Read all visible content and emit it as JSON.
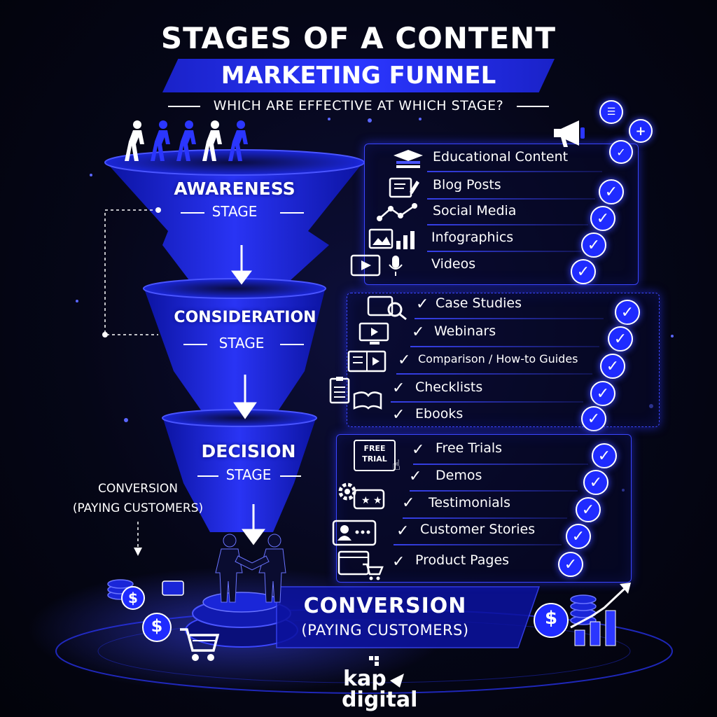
{
  "title": {
    "line1": "STAGES OF A CONTENT",
    "line2": "MARKETING FUNNEL",
    "subtitle": "WHICH ARE EFFECTIVE AT WHICH STAGE?"
  },
  "colors": {
    "accent": "#2b36ff",
    "accent_dark": "#1a22c8",
    "background": "#050617",
    "text": "#ffffff"
  },
  "stages": [
    {
      "name": "AWARENESS",
      "sub": "STAGE"
    },
    {
      "name": "CONSIDERATION",
      "sub": "STAGE"
    },
    {
      "name": "DECISION",
      "sub": "STAGE"
    }
  ],
  "awareness_items": [
    "Educational Content",
    "Blog Posts",
    "Social Media",
    "Infographics",
    "Videos"
  ],
  "consideration_items": [
    "Case Studies",
    "Webinars",
    "Comparison / How-to Guides",
    "Checklists",
    "Ebooks"
  ],
  "decision_items": [
    "Free Trials",
    "Demos",
    "Testimonials",
    "Customer Stories",
    "Product Pages"
  ],
  "free_trial_icon": {
    "line1": "FREE",
    "line2": "TRIAL"
  },
  "conversion": {
    "left_line1": "CONVERSION",
    "left_line2": "(PAYING CUSTOMERS)",
    "title": "CONVERSION",
    "sub": "(PAYING CUSTOMERS)"
  },
  "currency_symbol": "$",
  "logo": {
    "line1": "kap",
    "line2": "digital"
  },
  "icons": {
    "people": "people-walking-icon",
    "megaphone": "megaphone-icon",
    "education": "graduation-cap-icon",
    "blog": "blog-edit-icon",
    "social": "network-nodes-icon",
    "infographic": "bar-chart-icon",
    "video": "video-play-icon",
    "handshake": "handshake-icon",
    "cart": "shopping-cart-icon",
    "coins": "dollar-coin-icon",
    "growth": "growth-chart-icon"
  }
}
